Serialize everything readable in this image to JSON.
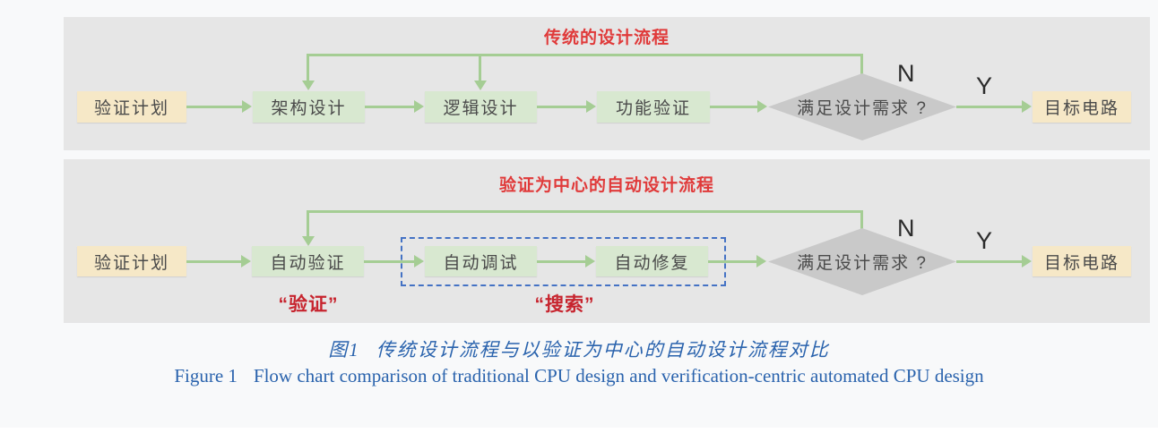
{
  "panel_top": {
    "title": "传统的设计流程",
    "nodes": {
      "plan": "验证计划",
      "arch": "架构设计",
      "logic": "逻辑设计",
      "verify": "功能验证"
    },
    "decision": "满足设计需求 ?",
    "target": "目标电路",
    "no": "N",
    "yes": "Y"
  },
  "panel_bottom": {
    "title": "验证为中心的自动设计流程",
    "nodes": {
      "plan": "验证计划",
      "auto_verify": "自动验证",
      "auto_debug": "自动调试",
      "auto_repair": "自动修复"
    },
    "decision": "满足设计需求 ?",
    "target": "目标电路",
    "no": "N",
    "yes": "Y",
    "label_verify": "“验证”",
    "label_search": "“搜索”"
  },
  "caption": {
    "zh_label": "图1",
    "zh_text": "传统设计流程与以验证为中心的自动设计流程对比",
    "en_label": "Figure 1",
    "en_text": "Flow chart comparison of traditional CPU design and verification-centric automated CPU design"
  },
  "colors": {
    "page_bg": "#f8f9fa",
    "panel_bg": "#e6e6e6",
    "box_green": "#d8e8d0",
    "box_yellow": "#f6e8c7",
    "diamond_gray": "#c9c9c9",
    "arrow_green": "#a5cd94",
    "title_red": "#e03a3a",
    "label_red": "#c7242e",
    "dashed_blue": "#4472c4",
    "caption_blue": "#2a63ad",
    "node_text": "#4a4a4a"
  }
}
